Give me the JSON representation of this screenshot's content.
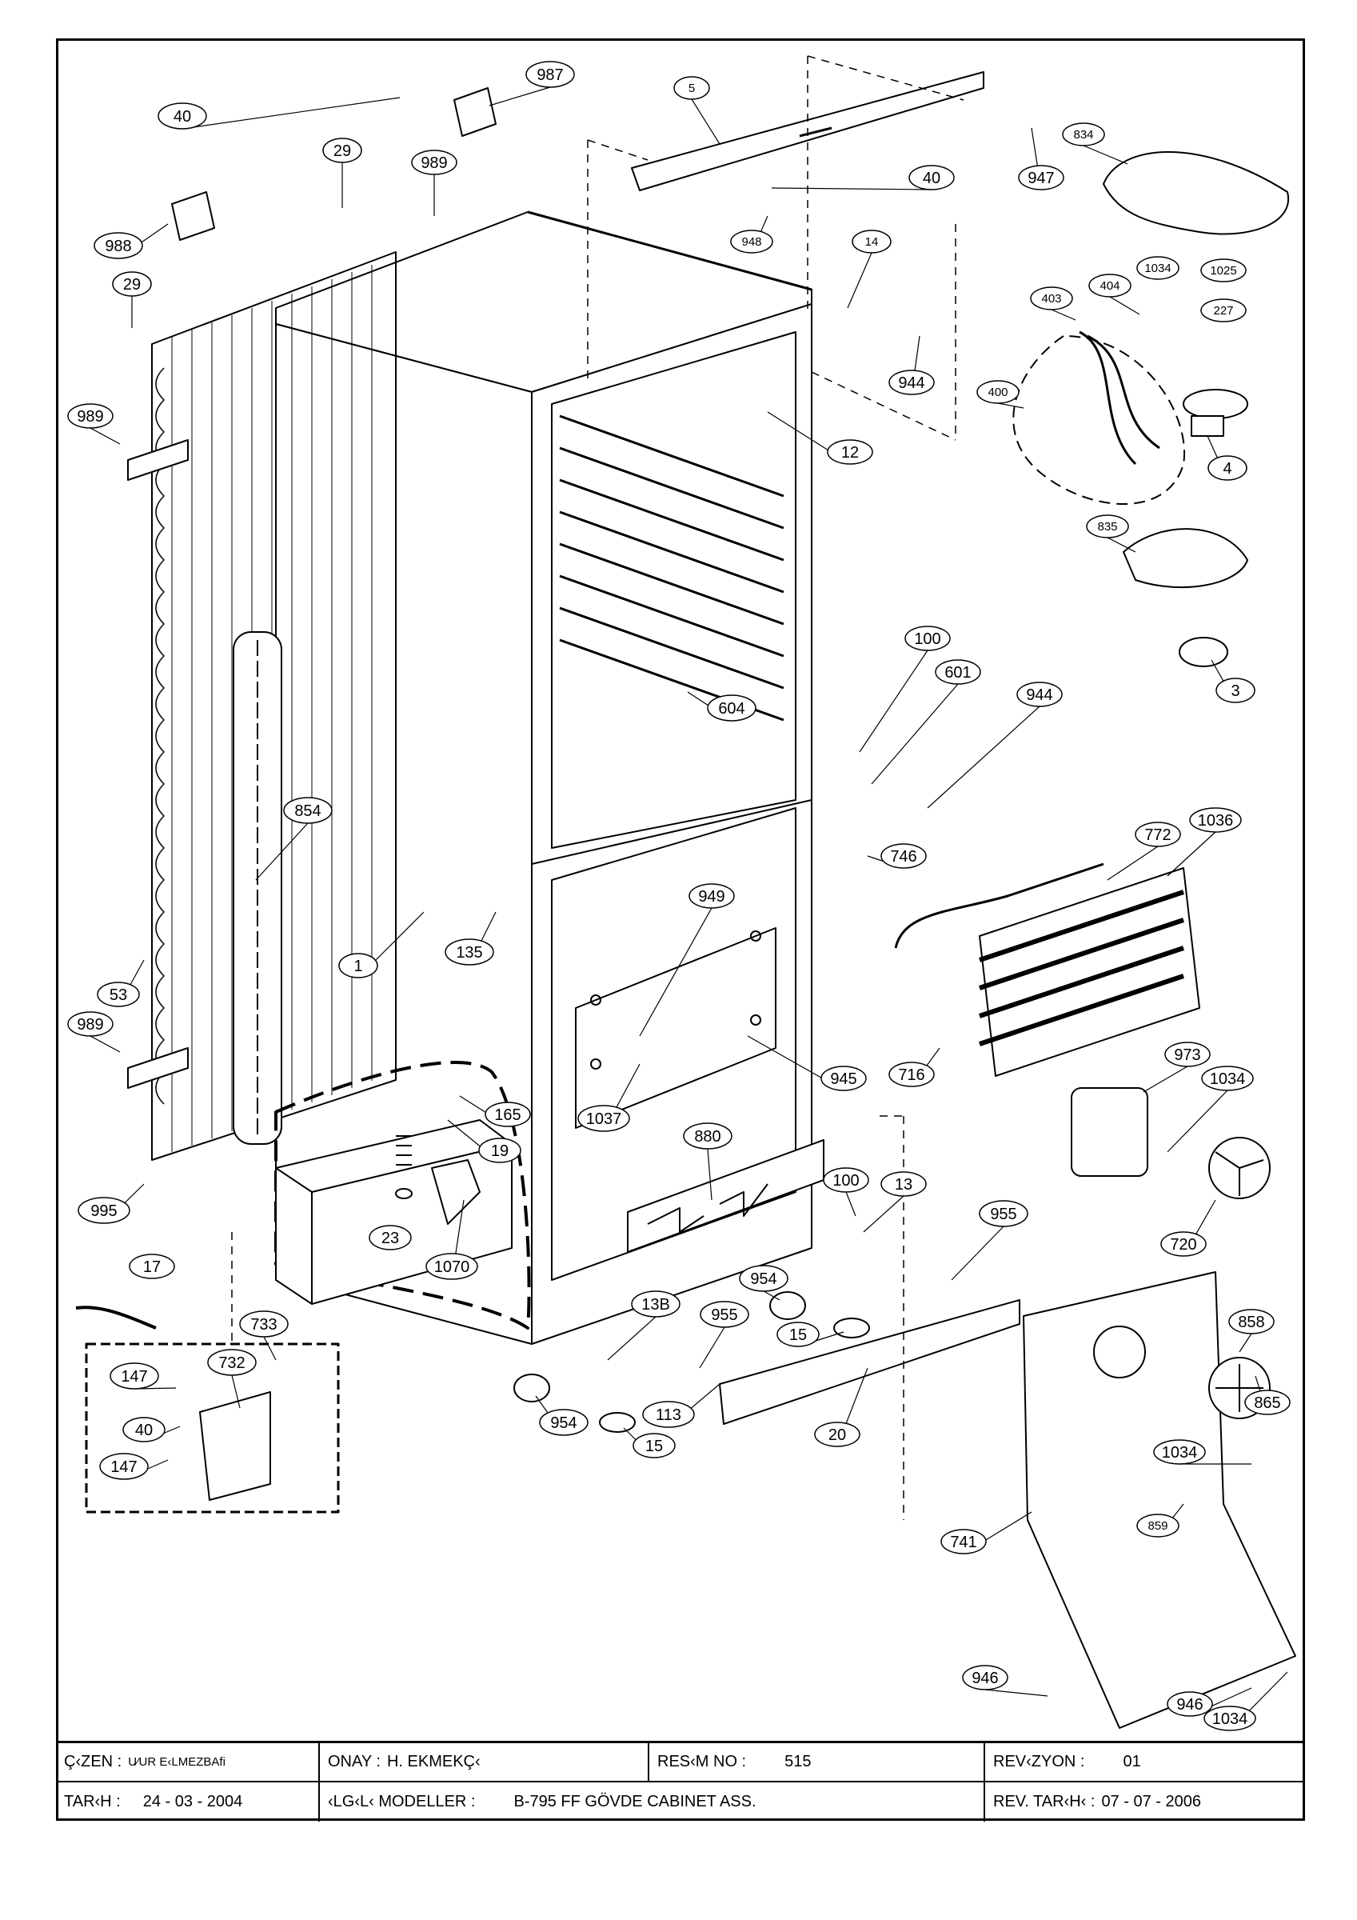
{
  "callouts": [
    {
      "id": "c987",
      "text": "987"
    },
    {
      "id": "c40a",
      "text": "40"
    },
    {
      "id": "c5",
      "text": "5"
    },
    {
      "id": "c834",
      "text": "834"
    },
    {
      "id": "c29a",
      "text": "29"
    },
    {
      "id": "c989a",
      "text": "989"
    },
    {
      "id": "c40b",
      "text": "40"
    },
    {
      "id": "c947",
      "text": "947"
    },
    {
      "id": "c988",
      "text": "988"
    },
    {
      "id": "c948",
      "text": "948"
    },
    {
      "id": "c14",
      "text": "14"
    },
    {
      "id": "c1034a",
      "text": "1034"
    },
    {
      "id": "c1025",
      "text": "1025"
    },
    {
      "id": "c29b",
      "text": "29"
    },
    {
      "id": "c403",
      "text": "403"
    },
    {
      "id": "c404",
      "text": "404"
    },
    {
      "id": "c227",
      "text": "227"
    },
    {
      "id": "c944a",
      "text": "944"
    },
    {
      "id": "c400",
      "text": "400"
    },
    {
      "id": "c989b",
      "text": "989"
    },
    {
      "id": "c12",
      "text": "12"
    },
    {
      "id": "c4",
      "text": "4"
    },
    {
      "id": "c835",
      "text": "835"
    },
    {
      "id": "c100a",
      "text": "100"
    },
    {
      "id": "c3",
      "text": "3"
    },
    {
      "id": "c601",
      "text": "601"
    },
    {
      "id": "c944b",
      "text": "944"
    },
    {
      "id": "c604",
      "text": "604"
    },
    {
      "id": "c854",
      "text": "854"
    },
    {
      "id": "c772",
      "text": "772"
    },
    {
      "id": "c1036",
      "text": "1036"
    },
    {
      "id": "c746",
      "text": "746"
    },
    {
      "id": "c949",
      "text": "949"
    },
    {
      "id": "c135",
      "text": "135"
    },
    {
      "id": "c1",
      "text": "1"
    },
    {
      "id": "c53",
      "text": "53"
    },
    {
      "id": "c989c",
      "text": "989"
    },
    {
      "id": "c973",
      "text": "973"
    },
    {
      "id": "c945",
      "text": "945"
    },
    {
      "id": "c716",
      "text": "716"
    },
    {
      "id": "c1034b",
      "text": "1034"
    },
    {
      "id": "c165",
      "text": "165"
    },
    {
      "id": "c1037",
      "text": "1037"
    },
    {
      "id": "c19",
      "text": "19"
    },
    {
      "id": "c880",
      "text": "880"
    },
    {
      "id": "c995",
      "text": "995"
    },
    {
      "id": "c100b",
      "text": "100"
    },
    {
      "id": "c13",
      "text": "13"
    },
    {
      "id": "c955a",
      "text": "955"
    },
    {
      "id": "c720",
      "text": "720"
    },
    {
      "id": "c23",
      "text": "23"
    },
    {
      "id": "c1070",
      "text": "1070"
    },
    {
      "id": "c17",
      "text": "17"
    },
    {
      "id": "c954a",
      "text": "954"
    },
    {
      "id": "c13b",
      "text": "13B"
    },
    {
      "id": "c955b",
      "text": "955"
    },
    {
      "id": "c858",
      "text": "858"
    },
    {
      "id": "c733",
      "text": "733"
    },
    {
      "id": "c15a",
      "text": "15"
    },
    {
      "id": "c732",
      "text": "732"
    },
    {
      "id": "c147a",
      "text": "147"
    },
    {
      "id": "c865",
      "text": "865"
    },
    {
      "id": "c40c",
      "text": "40"
    },
    {
      "id": "c954b",
      "text": "954"
    },
    {
      "id": "c113",
      "text": "113"
    },
    {
      "id": "c20",
      "text": "20"
    },
    {
      "id": "c15b",
      "text": "15"
    },
    {
      "id": "c1034c",
      "text": "1034"
    },
    {
      "id": "c147b",
      "text": "147"
    },
    {
      "id": "c859",
      "text": "859"
    },
    {
      "id": "c741",
      "text": "741"
    },
    {
      "id": "c946a",
      "text": "946"
    },
    {
      "id": "c946b",
      "text": "946"
    },
    {
      "id": "c1034d",
      "text": "1034"
    }
  ],
  "title_block": {
    "drawn_by_label": "Ç‹ZEN :",
    "drawn_by_value": "U⁄UR E‹LMEZBAfi",
    "approved_label": "ONAY :",
    "approved_value": "H. EKMEKÇ‹",
    "drawing_no_label": "RES‹M NO :",
    "drawing_no_value": "515",
    "revision_label": "REV‹ZYON :",
    "revision_value": "01",
    "date_label": "TAR‹H :",
    "date_value": "24 - 03 - 2004",
    "models_label": "‹LG‹L‹ MODELLER :",
    "models_value": "B-795 FF GÖVDE CABINET ASS.",
    "rev_date_label": "REV. TAR‹H‹ :",
    "rev_date_value": "07 - 07 - 2006"
  }
}
